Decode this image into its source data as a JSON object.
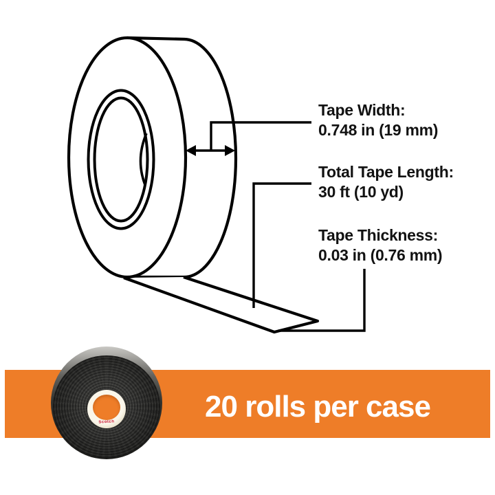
{
  "specs": [
    {
      "label": "Tape Width:",
      "value": "0.748 in (19 mm)"
    },
    {
      "label": "Total Tape Length:",
      "value": "30 ft (10 yd)"
    },
    {
      "label": "Tape Thickness:",
      "value": "0.03 in (0.76 mm)"
    }
  ],
  "banner": {
    "text": "20 rolls per case",
    "background_color": "#EE7D28",
    "text_color": "#FFFFFF"
  },
  "illustration": {
    "description": "line drawing of a tape roll with unrolled tape strip",
    "stroke_color": "#000000"
  },
  "photo": {
    "description": "black tape roll with white core over orange banner",
    "core_mark": "Scotch",
    "core_mark_color": "#C8102E"
  }
}
